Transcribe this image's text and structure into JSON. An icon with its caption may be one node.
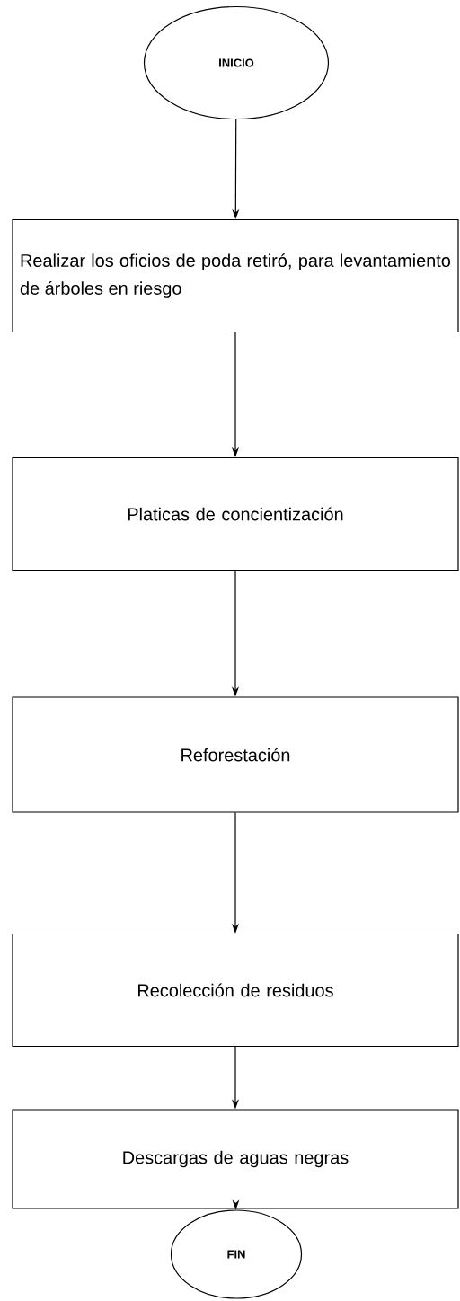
{
  "diagram": {
    "nodes": [
      {
        "text": [
          "INICIO"
        ]
      },
      {
        "text": [
          "Realizar los oficios de poda retiró, para levantamiento de árboles en riesgo"
        ]
      },
      {
        "text": [
          "Platicas de concientización"
        ]
      },
      {
        "text": [
          "Reforestación"
        ]
      },
      {
        "text": [
          "Recolección de residuos"
        ]
      },
      {
        "text": [
          "Descargas de aguas negras"
        ]
      },
      {
        "text": [
          "FIN"
        ]
      }
    ],
    "edges": [
      {
        "from": 0,
        "to": 1,
        "arrow": "to"
      },
      {
        "from": 1,
        "to": 2,
        "arrow": "to"
      },
      {
        "from": 2,
        "to": 3,
        "arrow": "to"
      },
      {
        "from": 3,
        "to": 4,
        "arrow": "to"
      },
      {
        "from": 4,
        "to": 5,
        "arrow": "to"
      },
      {
        "from": 5,
        "to": 6,
        "arrow": "to"
      }
    ]
  }
}
